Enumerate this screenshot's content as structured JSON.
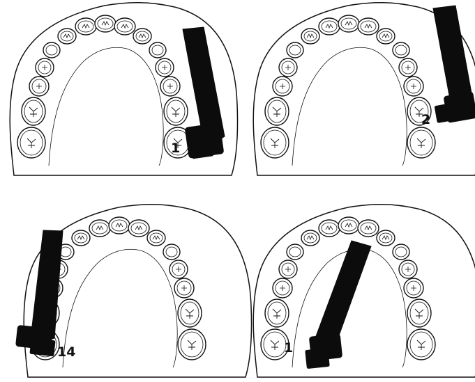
{
  "colors": {
    "outline": "#111111",
    "fill": "#ffffff",
    "handpiece": "#0c0c0c",
    "background": "#ffffff"
  },
  "panels": [
    {
      "id": "top-left",
      "tooth_label": "1",
      "handpiece": "vertical-right"
    },
    {
      "id": "top-right",
      "tooth_label": "2",
      "handpiece": "vertical-right"
    },
    {
      "id": "bottom-left",
      "tooth_label": "14",
      "handpiece": "vertical-left"
    },
    {
      "id": "bottom-right",
      "tooth_label": "1",
      "handpiece": "diagonal-across-palate"
    }
  ]
}
